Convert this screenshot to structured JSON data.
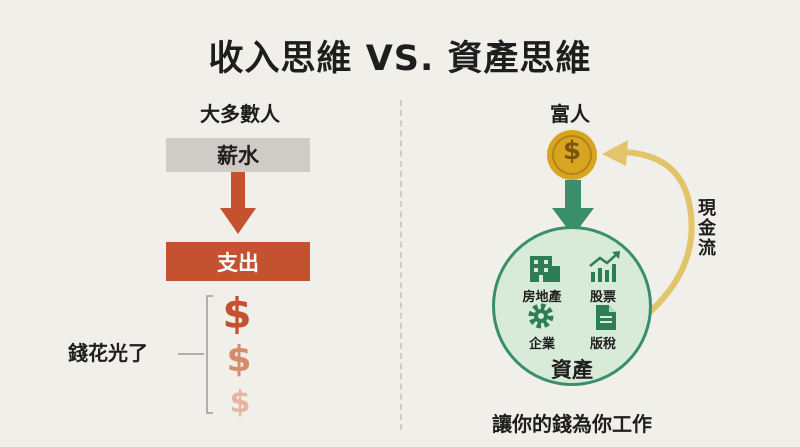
{
  "title": "收入思維 VS. 資產思維",
  "left": {
    "heading": "大多數人",
    "salary": "薪水",
    "expense": "支出",
    "money_gone": "錢花光了",
    "dollar_symbol": "$"
  },
  "right": {
    "heading": "富人",
    "coin_symbol": "$",
    "cashflow": "現金流",
    "assets": {
      "real_estate": "房地產",
      "stocks": "股票",
      "business": "企業",
      "royalties": "版稅",
      "title": "資產"
    },
    "caption": "讓你的錢為你工作"
  },
  "colors": {
    "background": "#f1efe9",
    "salary_box": "#cfccc7",
    "expense": "#c4512f",
    "teal": "#3a8f6a",
    "circle_fill": "#d8ebd9",
    "coin_gold": "#d9a520",
    "cashflow_arrow": "#e2c46a",
    "icon_green": "#2e7d59"
  },
  "icons": [
    "building-icon",
    "chart-up-icon",
    "gear-icon",
    "document-icon",
    "dollar-coin-icon"
  ]
}
